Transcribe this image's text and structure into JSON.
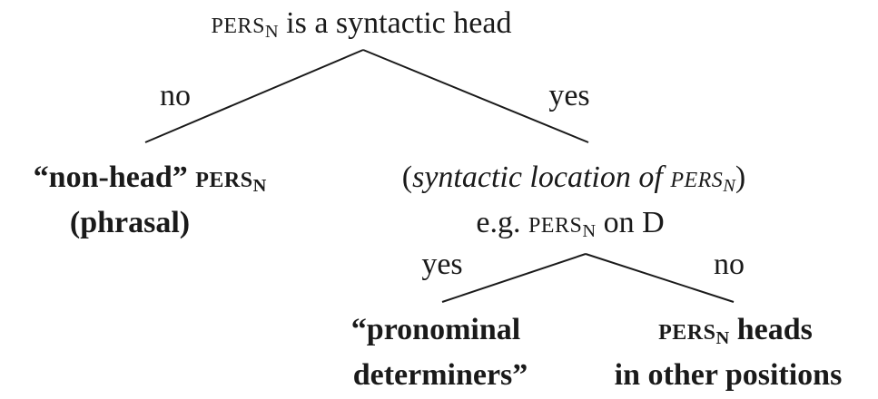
{
  "root": {
    "feature": "pers",
    "sub": "N",
    "text": " is a syntactic head"
  },
  "edges": {
    "left": "no",
    "right": "yes",
    "lower_left": "yes",
    "lower_right": "no"
  },
  "left_node": {
    "line1_pre": "“non-head” ",
    "feature": "pers",
    "sub": "N",
    "line2": "(phrasal)"
  },
  "right_node": {
    "pre": "(",
    "text": "syntactic location of ",
    "feature": "pers",
    "sub": "N",
    "post": ")"
  },
  "example": {
    "pre": "e.g. ",
    "feature": "pers",
    "sub": "N",
    "post": " on D"
  },
  "leaf_left": {
    "line1": "“pronominal",
    "line2": "determiners”"
  },
  "leaf_right": {
    "feature": "pers",
    "sub": "N",
    "line1_post": " heads",
    "line2": "in other positions"
  }
}
